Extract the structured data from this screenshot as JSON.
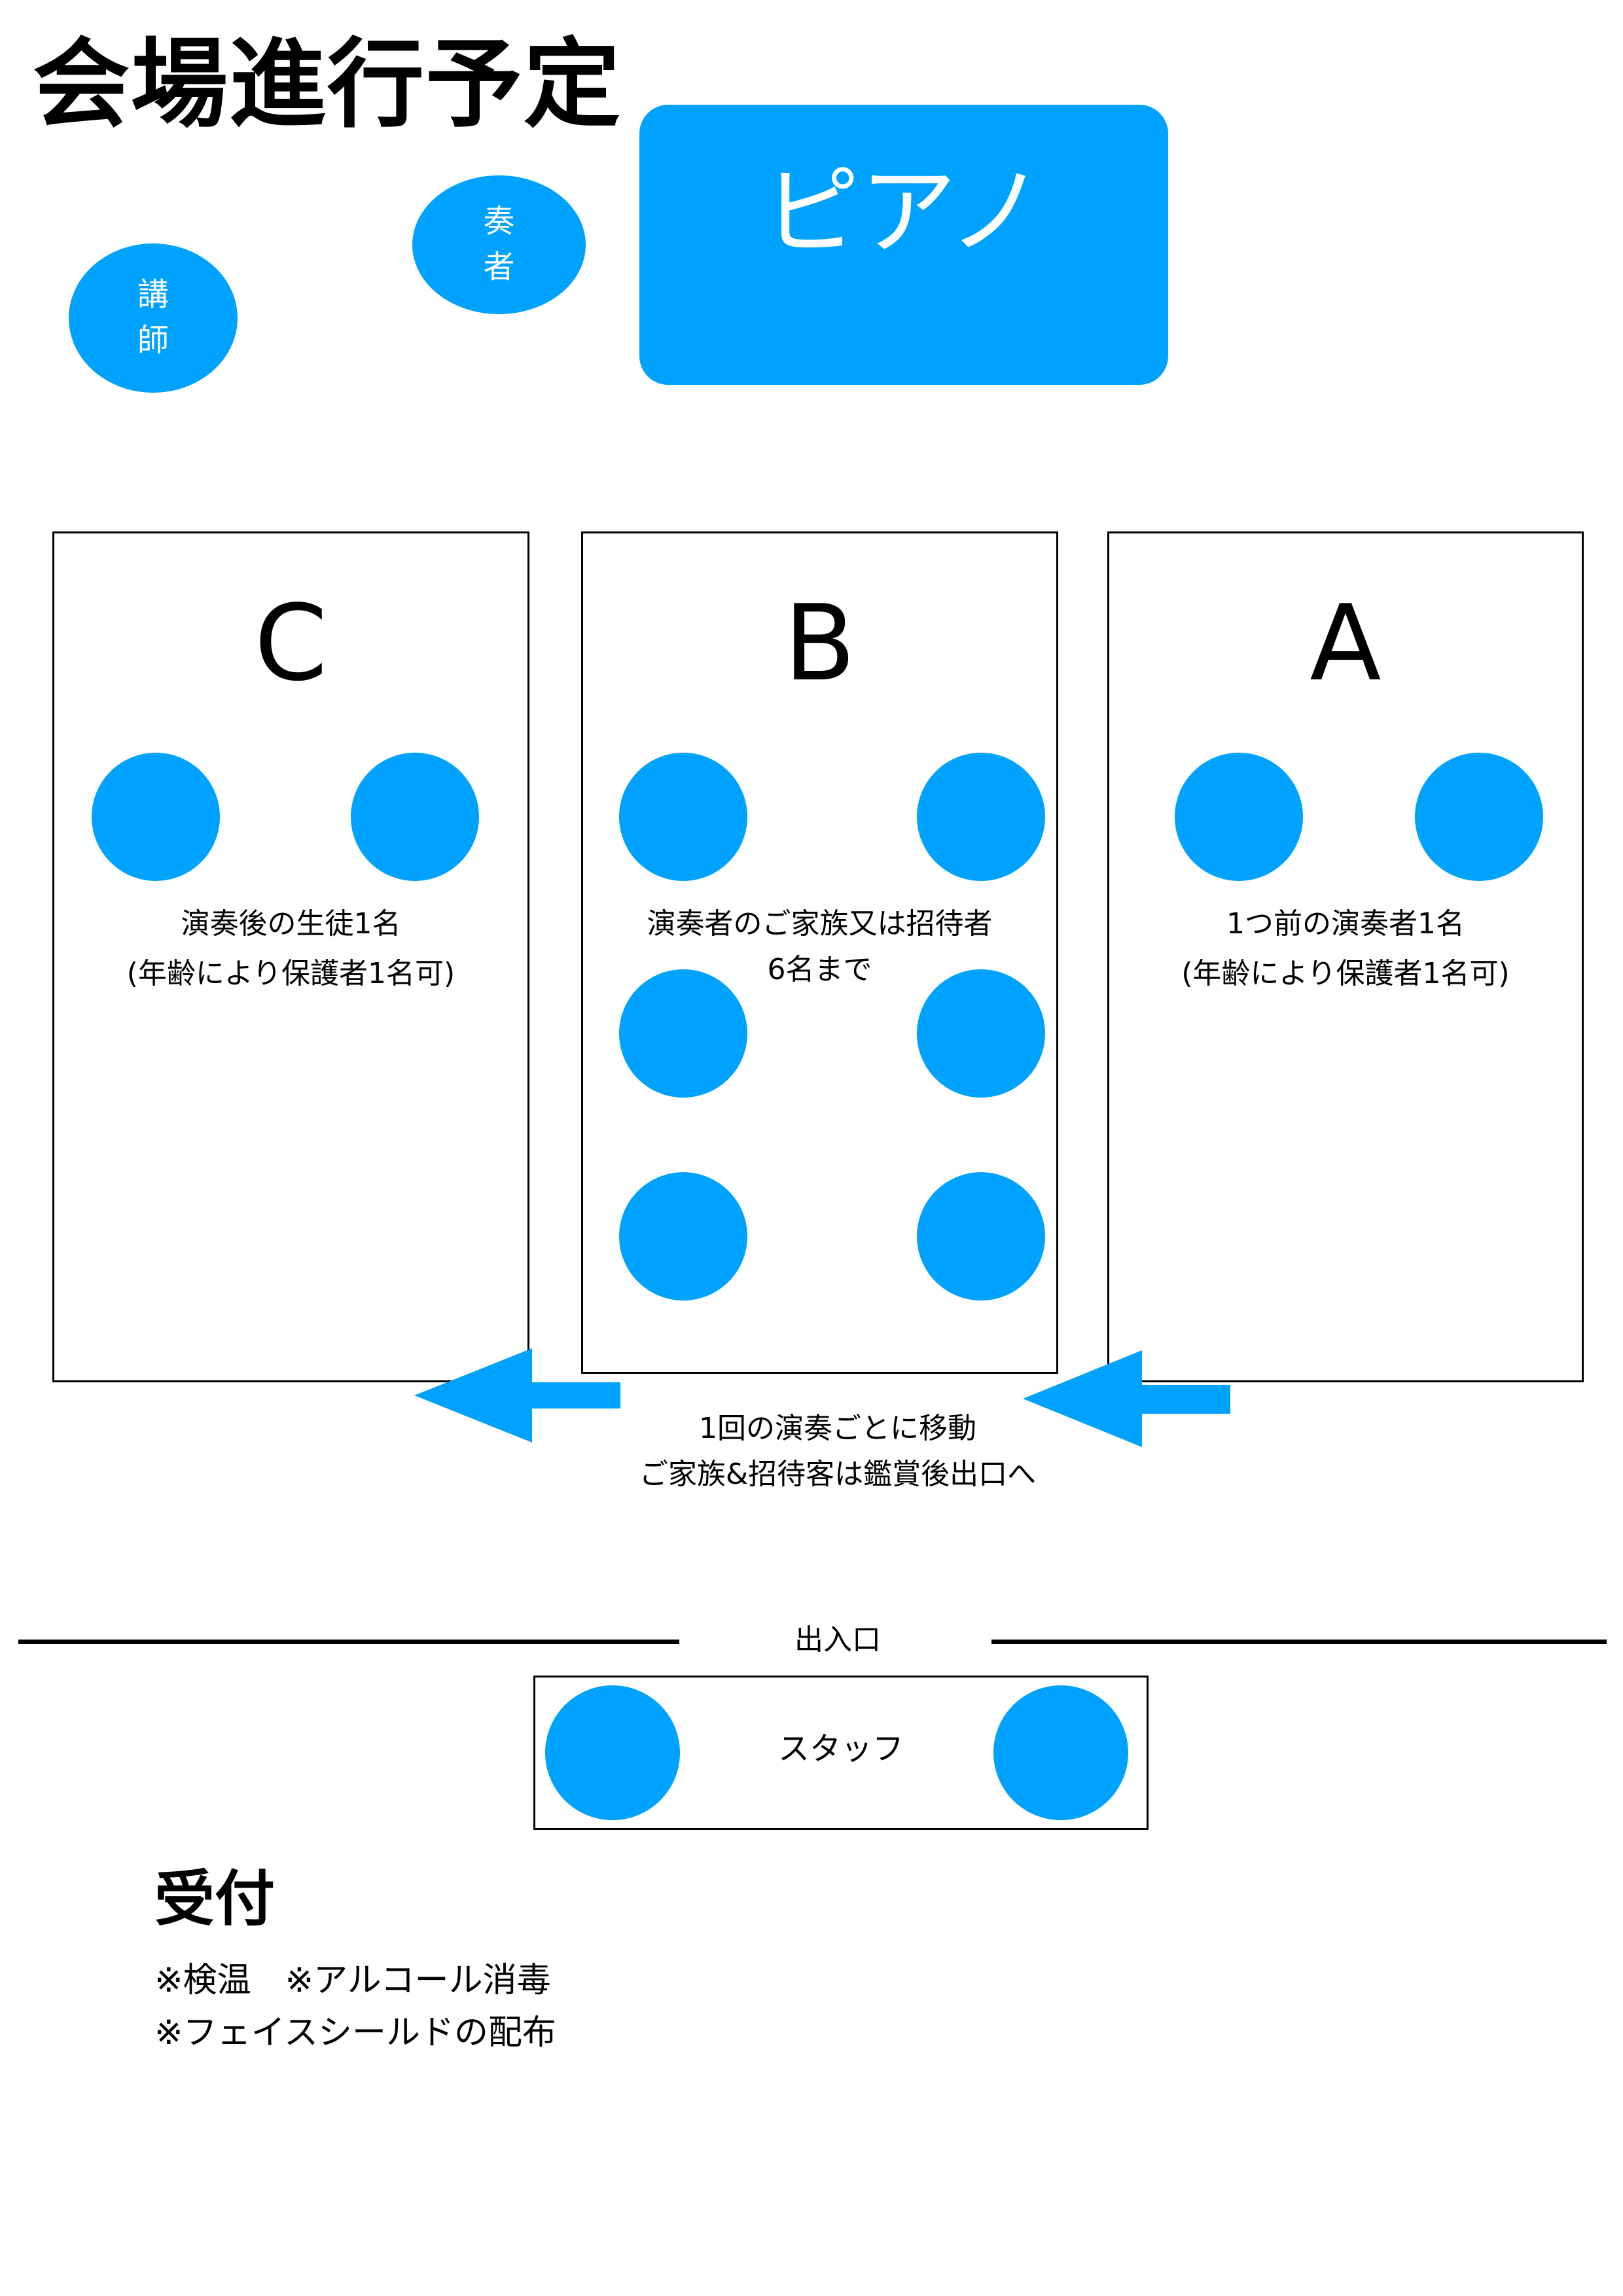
{
  "title": "会場進行予定",
  "colors": {
    "accent": "#00a2ff",
    "text": "#000000",
    "background": "#ffffff"
  },
  "piano": {
    "label": "ピアノ"
  },
  "performer": {
    "label": "奏者"
  },
  "teacher": {
    "label": "講師"
  },
  "zones": {
    "c": {
      "letter": "C",
      "note_line1": "演奏後の生徒1名",
      "note_line2": "(年齢により保護者1名可)",
      "seat_count": 2
    },
    "b": {
      "letter": "B",
      "note_line1": "演奏者のご家族又は招待者",
      "note_line2": "6名まで",
      "seat_count": 6
    },
    "a": {
      "letter": "A",
      "note_line1": "1つ前の演奏者1名",
      "note_line2": "(年齢により保護者1名可)",
      "seat_count": 2
    }
  },
  "movement": {
    "line1": "1回の演奏ごとに移動",
    "line2": "ご家族&招待客は鑑賞後出口へ",
    "arrow_icon": "arrow-left-icon"
  },
  "entrance": {
    "label": "出入口"
  },
  "staff": {
    "label": "スタッフ",
    "seat_count": 2
  },
  "reception": {
    "heading": "受付",
    "line1": "※検温　※アルコール消毒",
    "line2": "※フェイスシールドの配布"
  }
}
